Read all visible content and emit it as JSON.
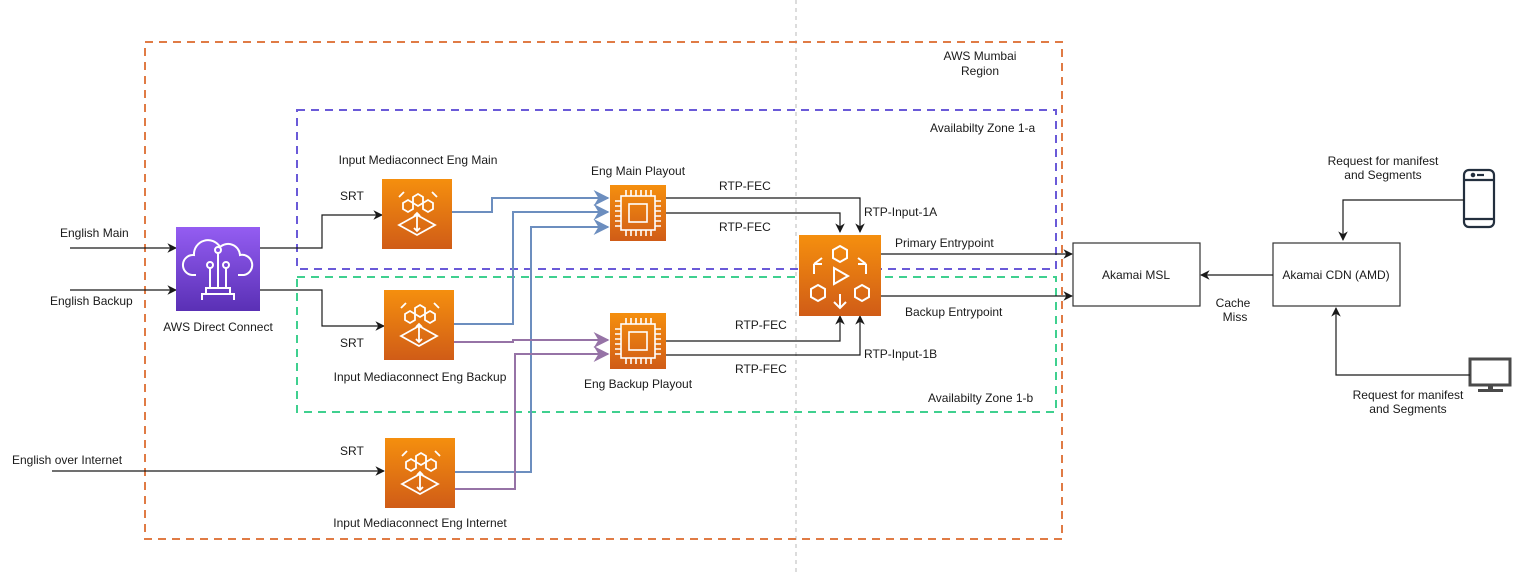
{
  "regions": {
    "aws_region": {
      "label_line1": "AWS Mumbai",
      "label_line2": "Region",
      "color": "#e07b45"
    },
    "zone_a": {
      "label": "Availabilty Zone 1-a",
      "color": "#6a5ad8"
    },
    "zone_b": {
      "label": "Availabilty Zone 1-b",
      "color": "#3fd08f"
    }
  },
  "inputs": {
    "english_main": "English Main",
    "english_backup": "English Backup",
    "english_internet": "English over Internet"
  },
  "nodes": {
    "direct_connect": {
      "label": "AWS Direct Connect",
      "icon": "cloud-circuit-icon",
      "color": "#8b4fe0"
    },
    "mc_main": {
      "label": "Input Mediaconnect Eng Main",
      "icon": "mediaconnect-icon"
    },
    "mc_backup": {
      "label": "Input Mediaconnect Eng Backup",
      "icon": "mediaconnect-icon"
    },
    "mc_internet": {
      "label": "Input Mediaconnect Eng Internet",
      "icon": "mediaconnect-icon"
    },
    "playout_main": {
      "label": "Eng Main Playout",
      "icon": "chip-icon"
    },
    "playout_backup": {
      "label": "Eng Backup Playout",
      "icon": "chip-icon"
    },
    "mediapackage": {
      "icon": "mediapackage-icon"
    },
    "akamai_msl": {
      "label": "Akamai MSL"
    },
    "akamai_cdn": {
      "label": "Akamai CDN (AMD)"
    },
    "mobile_client": {
      "icon": "mobile-phone-icon"
    },
    "desktop_client": {
      "icon": "desktop-monitor-icon"
    }
  },
  "edges": {
    "srt_main": "SRT",
    "srt_backup": "SRT",
    "srt_internet": "SRT",
    "rtp_fec_main_1": "RTP-FEC",
    "rtp_fec_main_2": "RTP-FEC",
    "rtp_fec_backup_1": "RTP-FEC",
    "rtp_fec_backup_2": "RTP-FEC",
    "rtp_input_1a": "RTP-Input-1A",
    "rtp_input_1b": "RTP-Input-1B",
    "primary_entrypoint": "Primary Entrypoint",
    "backup_entrypoint": "Backup Entrypoint",
    "cache_miss_line1": "Cache",
    "cache_miss_line2": "Miss",
    "request_mobile_line1": "Request for manifest",
    "request_mobile_line2": "and Segments",
    "request_desktop_line1": "Request for manifest",
    "request_desktop_line2": "and Segments"
  },
  "colors": {
    "service_orange_top": "#f58f0e",
    "service_orange_bottom": "#d05c17",
    "flow_blue": "#6c8ebf",
    "flow_purple": "#9673a6",
    "line_black": "#1a1a1a",
    "client_icon": "#232f3e"
  }
}
